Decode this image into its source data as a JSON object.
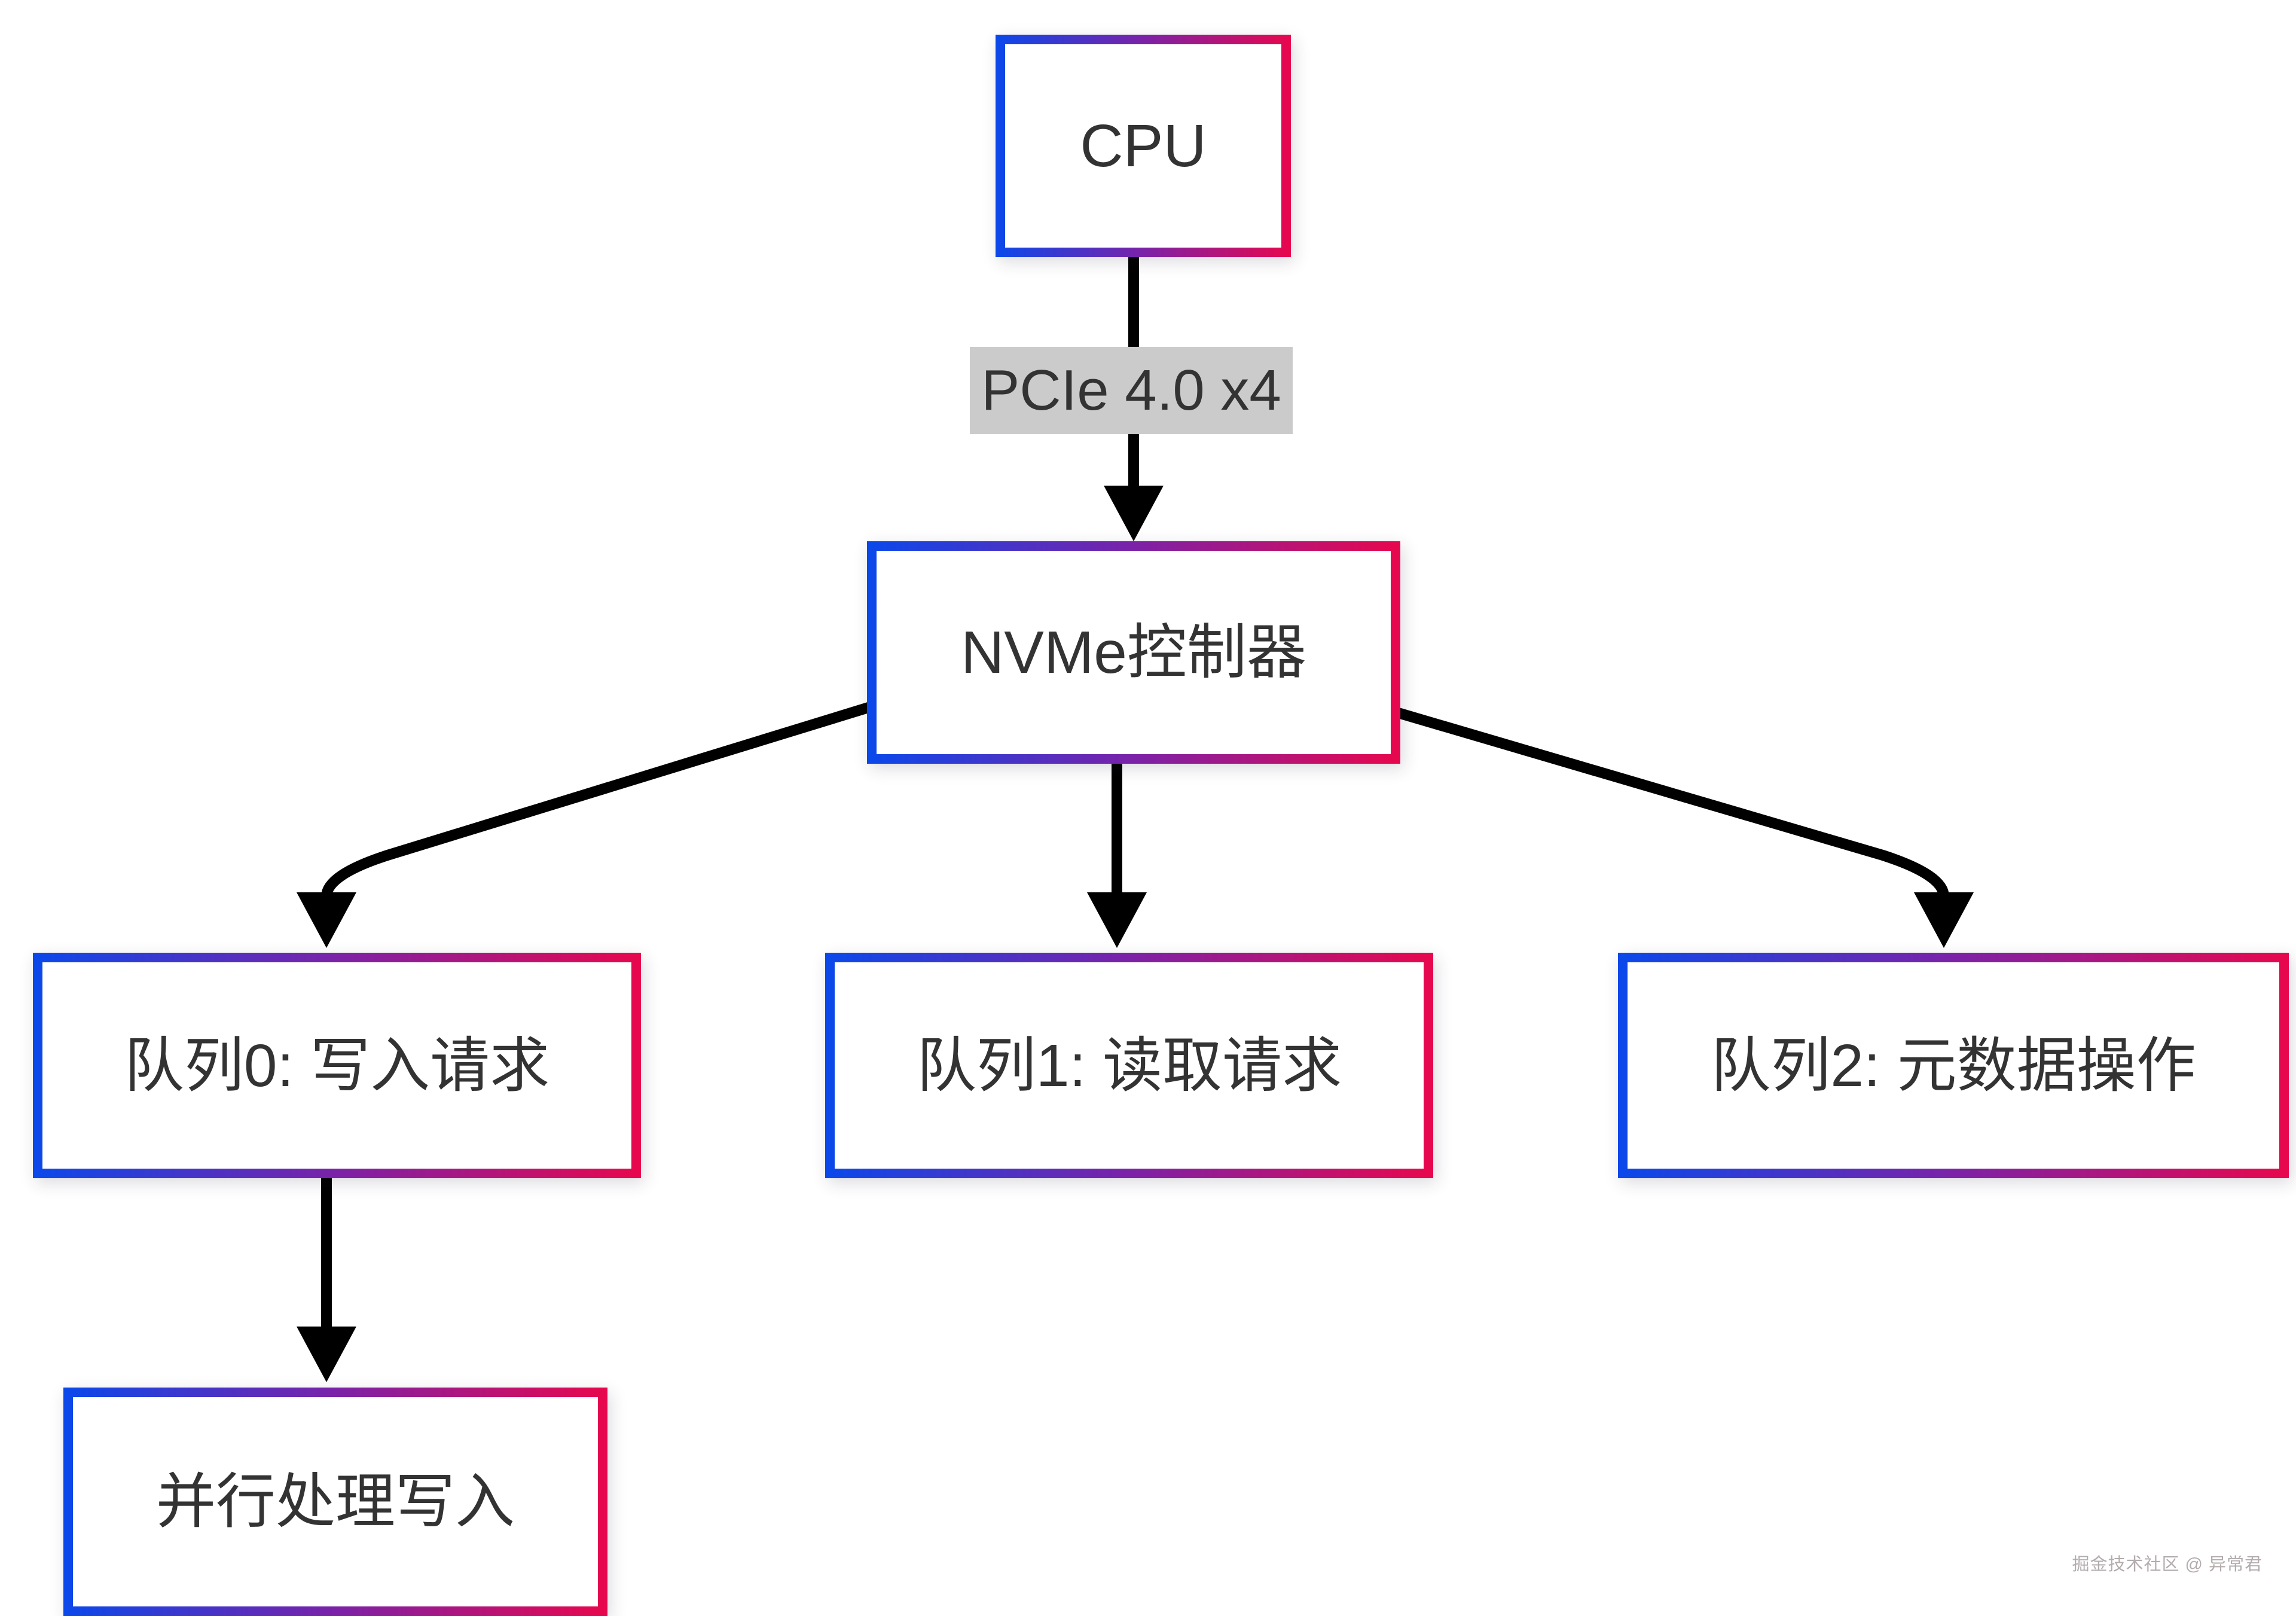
{
  "diagram": {
    "type": "flowchart",
    "colors": {
      "background": "#ffffff",
      "gradient-from": "#0a48eb",
      "gradient-mid": "#7b22a8",
      "gradient-to": "#e8074d",
      "arrow": "#000000",
      "pcie-bg": "#cbcbcb",
      "text": "#333333",
      "watermark": "#b3acac"
    },
    "nodes": {
      "cpu": {
        "label": "CPU"
      },
      "pcie": {
        "label": "PCIe 4.0 x4"
      },
      "nvme": {
        "label": "NVMe控制器"
      },
      "queue0": {
        "label": "队列0: 写入请求"
      },
      "queue1": {
        "label": "队列1: 读取请求"
      },
      "queue2": {
        "label": "队列2: 元数据操作"
      },
      "parallel": {
        "label": "并行处理写入"
      }
    },
    "edges": [
      {
        "from": "cpu",
        "to": "pcie",
        "arrowhead": false
      },
      {
        "from": "pcie",
        "to": "nvme",
        "arrowhead": true
      },
      {
        "from": "nvme",
        "to": "queue0",
        "arrowhead": true
      },
      {
        "from": "nvme",
        "to": "queue1",
        "arrowhead": true
      },
      {
        "from": "nvme",
        "to": "queue2",
        "arrowhead": true
      },
      {
        "from": "queue0",
        "to": "parallel",
        "arrowhead": true
      }
    ],
    "watermark": {
      "text": "掘金技术社区 @ 异常君"
    }
  }
}
